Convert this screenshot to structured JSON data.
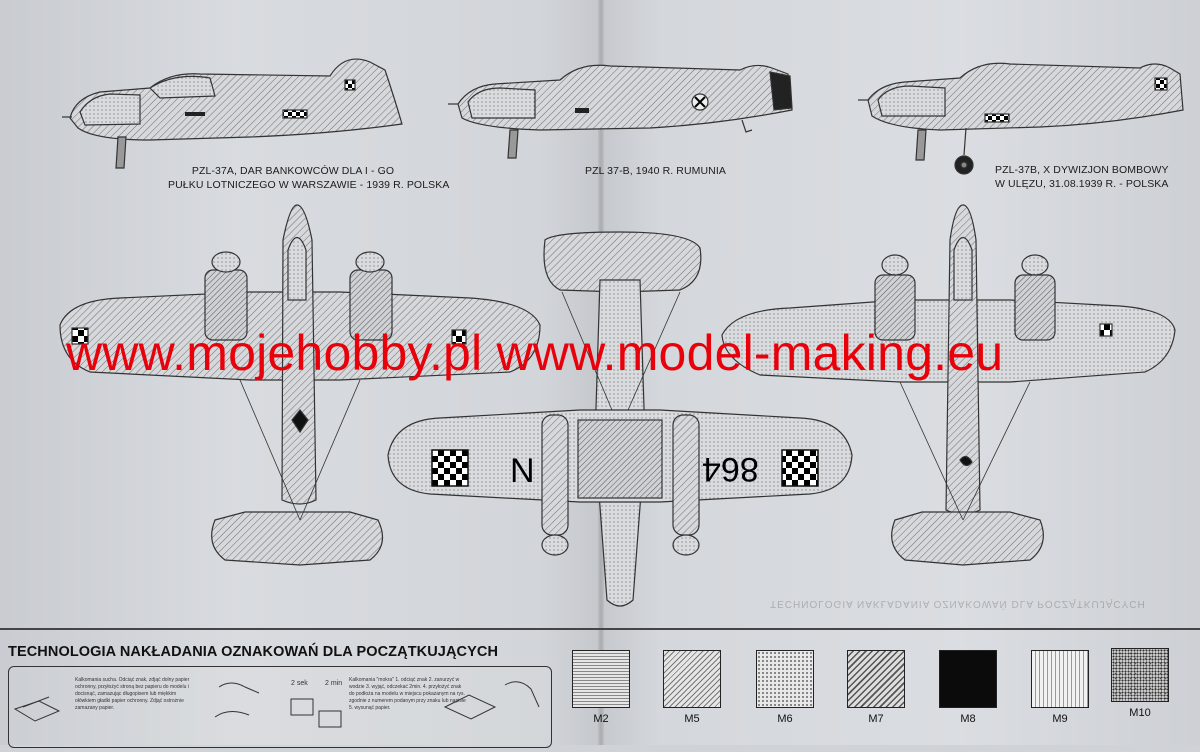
{
  "captions": {
    "plane1": [
      "PZL-37A, DAR BANKOWCÓW DLA I - GO",
      "PUŁKU LOTNICZEGO W WARSZAWIE - 1939 r. POLSKA"
    ],
    "plane2": [
      "PZL 37-B, 1940 r. RUMUNIA"
    ],
    "plane3": [
      "PZL-37B, X DYWIZJON BOMBOWY",
      "W ULĘZU, 31.08.1939 r. - POLSKA"
    ]
  },
  "watermark": "www.mojehobby.pl www.model-making.eu",
  "faint_text": "TECHNOLOGIA NAKŁADANIA OZNAKOWAŃ DLA POCZĄTKUJĄCYCH",
  "markings": {
    "wing_letter": "N",
    "wing_number": "864",
    "colors": {
      "hatch": "#777777",
      "outline": "#333333",
      "black": "#0b0b0b",
      "watermark": "#e8000a"
    }
  },
  "instructions": {
    "title": "TECHNOLOGIA NAKŁADANIA OZNAKOWAŃ DLA POCZĄTKUJĄCYCH",
    "dry_text": [
      "Kalkomania sucha. Odciąć znak, zdjąć dolny papier",
      "ochronny, przyłożyć stroną bez papieru do modelu i",
      "docisnąć, zamazując długopisem lub miękkim",
      "ołówkiem gładki papier ochronny. Zdjąć ostrożnie",
      "zamazany papier."
    ],
    "wet_text": [
      "Kalkomania \"mokra\" 1. odciąć znak 2. zanurzyć w",
      "wodzie 3. wyjąć, odczekać 2min. 4. przyłożyć znak",
      "do podłoża na modelu w miejscu pokazanym na rys.",
      "zgodnie z numerem podanym przy znaku lub napisie",
      "5. wysunąć papier."
    ],
    "time1": "2 sek",
    "time2": "2 min"
  },
  "swatches": [
    {
      "id": "M2",
      "label": "M2"
    },
    {
      "id": "M5",
      "label": "M5"
    },
    {
      "id": "M6",
      "label": "M6"
    },
    {
      "id": "M7",
      "label": "M7"
    },
    {
      "id": "M8",
      "label": "M8"
    },
    {
      "id": "M9",
      "label": "M9"
    },
    {
      "id": "M10",
      "label": "M10"
    }
  ]
}
